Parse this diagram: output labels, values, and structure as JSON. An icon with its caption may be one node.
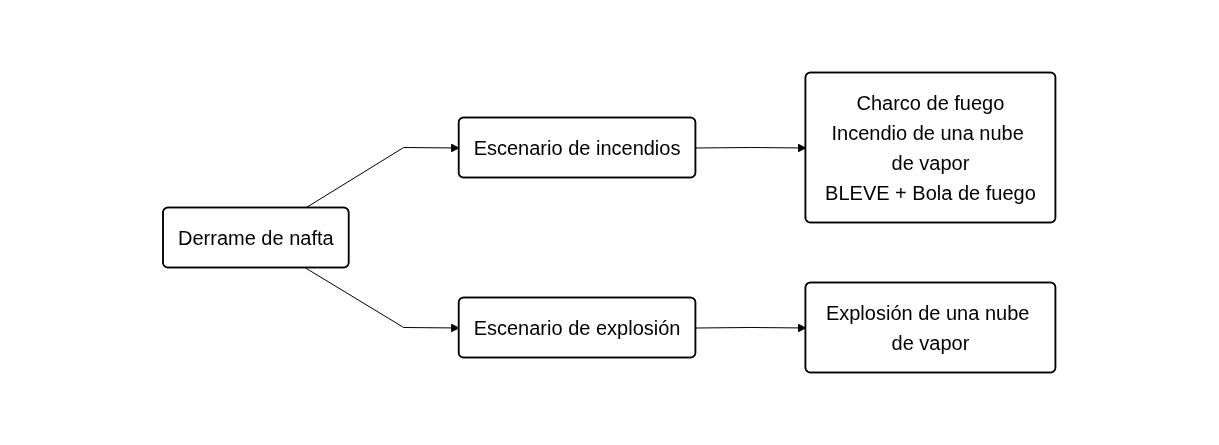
{
  "diagram": {
    "nodes": [
      {
        "text": [
          "Derrame de nafta"
        ]
      },
      {
        "text": [
          "Escenario de incendios"
        ]
      },
      {
        "text": [
          "Charco de fuego",
          "Incendio de una nube de vapor",
          "BLEVE + Bola de fuego"
        ]
      },
      {
        "text": [
          "Escenario de explosión"
        ]
      },
      {
        "text": [
          "Explosión de una nube de vapor"
        ]
      }
    ],
    "edges": [
      {
        "from": 0,
        "to": 1,
        "arrow": "to"
      },
      {
        "from": 1,
        "to": 2,
        "arrow": "to"
      },
      {
        "from": 0,
        "to": 3,
        "arrow": "to"
      },
      {
        "from": 3,
        "to": 4,
        "arrow": "to"
      }
    ]
  }
}
